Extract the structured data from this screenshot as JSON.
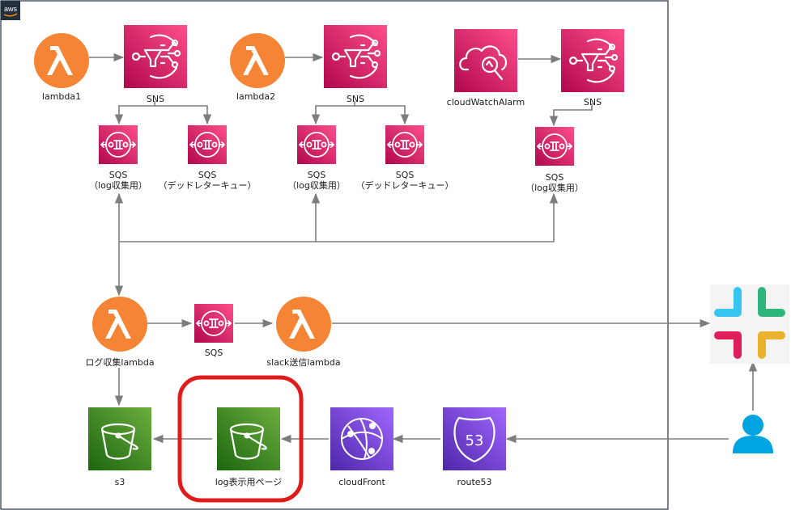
{
  "cloud": {
    "badge": "aws"
  },
  "nodes": {
    "lambda1": "lambda1",
    "sns1": "SNS",
    "lambda2": "lambda2",
    "sns2": "SNS",
    "cloudwatch": "cloudWatchAlarm",
    "sns3": "SNS",
    "sqs1_log": [
      "SQS",
      "（log収集用）"
    ],
    "sqs1_dlq": [
      "SQS",
      "（デッドレターキュー）"
    ],
    "sqs2_log": [
      "SQS",
      "（log収集用）"
    ],
    "sqs2_dlq": [
      "SQS",
      "（デッドレターキュー）"
    ],
    "sqs3_log": [
      "SQS",
      "（log収集用）"
    ],
    "log_lambda": "ログ収集lambda",
    "sqs_mid": "SQS",
    "slack_lambda": "slack送信lambda",
    "route53_badge": "53",
    "s3": "s3",
    "log_page": "log表示用ページ",
    "cloudfront": "cloudFront",
    "route53": "route53"
  },
  "colors": {
    "lambda": "#f58534",
    "sns_sqs": "#e7157b",
    "storage": "#3f8624",
    "network": "#8c4fff",
    "user": "#00a4e0",
    "connector": "#7d7d7d",
    "highlight": "#e01b1b"
  }
}
